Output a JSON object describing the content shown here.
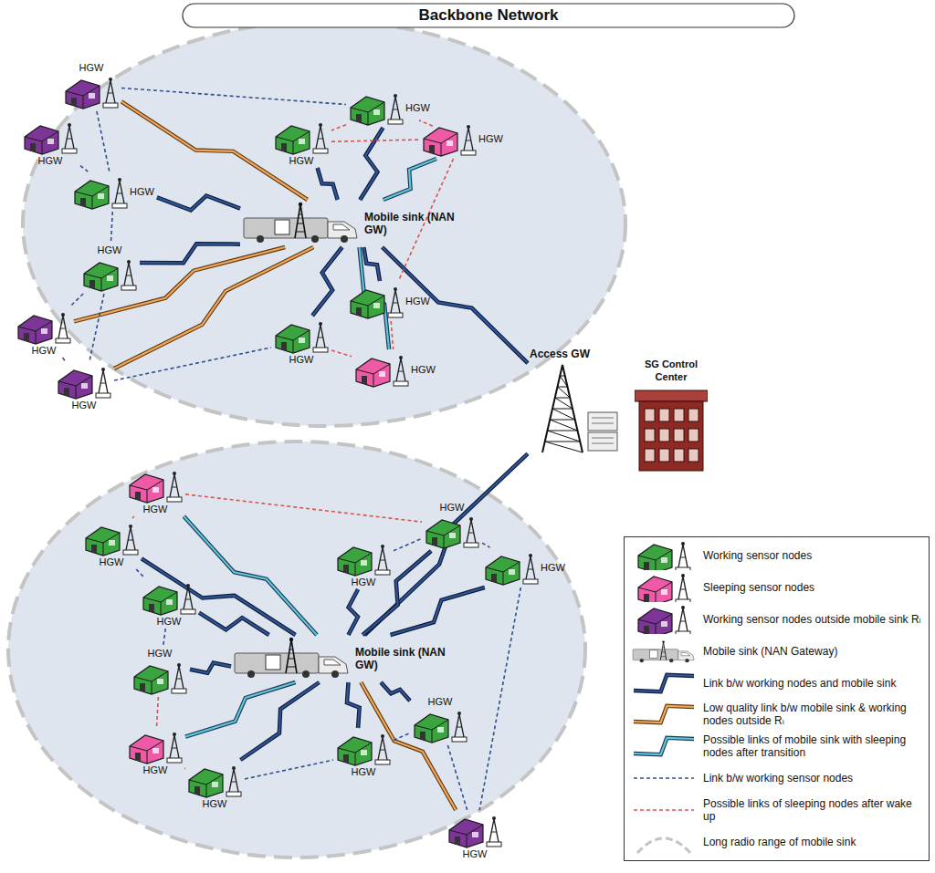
{
  "diagram": {
    "title": "Backbone Network",
    "nodes": [
      {
        "text": [
          "HGW"
        ]
      },
      {
        "text": [
          "HGW"
        ]
      },
      {
        "text": [
          "HGW"
        ]
      },
      {
        "text": [
          "HGW"
        ]
      },
      {
        "text": [
          "HGW"
        ]
      },
      {
        "text": [
          "HGW"
        ]
      },
      {
        "text": [
          "HGW"
        ]
      },
      {
        "text": [
          "HGW"
        ]
      },
      {
        "text": [
          "HGW"
        ]
      },
      {
        "text": [
          "HGW"
        ]
      },
      {
        "text": [
          "HGW"
        ]
      },
      {
        "text": [
          "HGW"
        ]
      },
      {
        "text": [
          "Mobile sink (NAN GW)"
        ]
      },
      {
        "text": [
          "Access GW"
        ]
      },
      {
        "text": [
          "SG Control Center"
        ]
      },
      {
        "text": [
          "HGW"
        ]
      },
      {
        "text": [
          "HGW"
        ]
      },
      {
        "text": [
          "HGW"
        ]
      },
      {
        "text": [
          "HGW"
        ]
      },
      {
        "text": [
          "HGW"
        ]
      },
      {
        "text": [
          "HGW"
        ]
      },
      {
        "text": [
          "HGW"
        ]
      },
      {
        "text": [
          "HGW"
        ]
      },
      {
        "text": [
          "HGW"
        ]
      },
      {
        "text": [
          "HGW"
        ]
      },
      {
        "text": [
          "HGW"
        ]
      },
      {
        "text": [
          "HGW"
        ]
      },
      {
        "text": [
          "Mobile sink (NAN GW)"
        ]
      }
    ],
    "edges": [
      {
        "from": 0,
        "to": 12,
        "arrow": "none"
      },
      {
        "from": 4,
        "to": 12,
        "arrow": "none"
      },
      {
        "from": 5,
        "to": 12,
        "arrow": "none"
      },
      {
        "from": 2,
        "to": 12,
        "arrow": "none"
      },
      {
        "from": 3,
        "to": 12,
        "arrow": "none"
      },
      {
        "from": 6,
        "to": 12,
        "arrow": "none"
      },
      {
        "from": 7,
        "to": 12,
        "arrow": "none"
      },
      {
        "from": 9,
        "to": 12,
        "arrow": "none"
      },
      {
        "from": 10,
        "to": 12,
        "arrow": "none"
      },
      {
        "from": 8,
        "to": 12,
        "arrow": "none"
      },
      {
        "from": 11,
        "to": 12,
        "arrow": "none"
      },
      {
        "from": 12,
        "to": 13,
        "arrow": "none"
      },
      {
        "from": 13,
        "to": 27,
        "arrow": "none"
      },
      {
        "from": 16,
        "to": 27,
        "arrow": "none"
      },
      {
        "from": 17,
        "to": 27,
        "arrow": "none"
      },
      {
        "from": 18,
        "to": 27,
        "arrow": "none"
      },
      {
        "from": 19,
        "to": 27,
        "arrow": "none"
      },
      {
        "from": 20,
        "to": 27,
        "arrow": "none"
      },
      {
        "from": 21,
        "to": 27,
        "arrow": "none"
      },
      {
        "from": 23,
        "to": 27,
        "arrow": "none"
      },
      {
        "from": 24,
        "to": 27,
        "arrow": "none"
      },
      {
        "from": 25,
        "to": 27,
        "arrow": "none"
      },
      {
        "from": 15,
        "to": 27,
        "arrow": "none"
      },
      {
        "from": 22,
        "to": 27,
        "arrow": "none"
      },
      {
        "from": 26,
        "to": 27,
        "arrow": "none"
      },
      {
        "from": 0,
        "to": 6,
        "arrow": "none"
      },
      {
        "from": 0,
        "to": 2,
        "arrow": "none"
      },
      {
        "from": 1,
        "to": 2,
        "arrow": "none"
      },
      {
        "from": 2,
        "to": 3,
        "arrow": "none"
      },
      {
        "from": 3,
        "to": 4,
        "arrow": "none"
      },
      {
        "from": 4,
        "to": 5,
        "arrow": "none"
      },
      {
        "from": 3,
        "to": 5,
        "arrow": "none"
      },
      {
        "from": 5,
        "to": 10,
        "arrow": "none"
      },
      {
        "from": 6,
        "to": 7,
        "arrow": "none"
      },
      {
        "from": 7,
        "to": 8,
        "arrow": "none"
      },
      {
        "from": 6,
        "to": 8,
        "arrow": "none"
      },
      {
        "from": 8,
        "to": 9,
        "arrow": "none"
      },
      {
        "from": 9,
        "to": 11,
        "arrow": "none"
      },
      {
        "from": 10,
        "to": 11,
        "arrow": "none"
      },
      {
        "from": 15,
        "to": 18,
        "arrow": "none"
      },
      {
        "from": 15,
        "to": 16,
        "arrow": "none"
      },
      {
        "from": 16,
        "to": 17,
        "arrow": "none"
      },
      {
        "from": 17,
        "to": 21,
        "arrow": "none"
      },
      {
        "from": 21,
        "to": 22,
        "arrow": "none"
      },
      {
        "from": 22,
        "to": 23,
        "arrow": "none"
      },
      {
        "from": 23,
        "to": 24,
        "arrow": "none"
      },
      {
        "from": 24,
        "to": 25,
        "arrow": "none"
      },
      {
        "from": 25,
        "to": 26,
        "arrow": "none"
      },
      {
        "from": 20,
        "to": 26,
        "arrow": "none"
      },
      {
        "from": 18,
        "to": 20,
        "arrow": "none"
      },
      {
        "from": 19,
        "to": 18,
        "arrow": "none"
      }
    ],
    "legend": [
      {
        "text": "Working sensor nodes"
      },
      {
        "text": "Sleeping sensor nodes"
      },
      {
        "text": "Working sensor nodes outside mobile sink Rₗ"
      },
      {
        "text": "Mobile sink (NAN Gateway)"
      },
      {
        "text": "Link b/w working nodes and mobile sink"
      },
      {
        "text": "Low quality link b/w mobile sink & working nodes outside Rₗ"
      },
      {
        "text": "Possible links of mobile sink with sleeping nodes after transition"
      },
      {
        "text": "Link b/w working sensor nodes"
      },
      {
        "text": "Possible links of sleeping nodes after wake up"
      },
      {
        "text": "Long radio range of mobile sink"
      }
    ]
  }
}
